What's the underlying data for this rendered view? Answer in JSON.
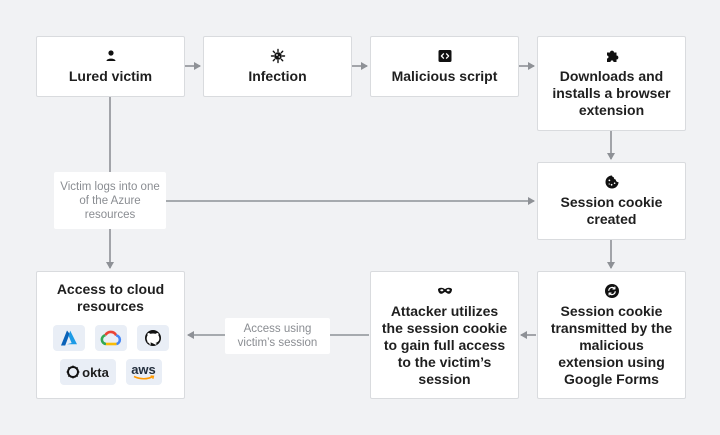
{
  "nodes": {
    "lured_victim": {
      "label": "Lured victim",
      "icon": "person-icon"
    },
    "infection": {
      "label": "Infection",
      "icon": "virus-icon"
    },
    "malicious_script": {
      "label": "Malicious script",
      "icon": "code-icon"
    },
    "downloads_ext": {
      "label": "Downloads and installs a browser extension",
      "icon": "puzzle-icon"
    },
    "session_cookie": {
      "label": "Session cookie created",
      "icon": "cookie-icon"
    },
    "cookie_transmitted": {
      "label": "Session cookie transmitted by the malicious extension using Google Forms",
      "icon": "sync-icon"
    },
    "attacker": {
      "label": "Attacker utilizes the session cookie to gain full access to the victim’s session",
      "icon": "mask-icon"
    },
    "cloud_access": {
      "label": "Access to cloud resources",
      "logos": [
        "azure-logo",
        "google-cloud-logo",
        "github-logo",
        "okta-logo",
        "aws-logo"
      ],
      "okta_text": "okta",
      "aws_text": "aws"
    }
  },
  "notes": {
    "victim_logs": "Victim logs into one of the Azure resources",
    "access_using": "Access using victim’s session"
  },
  "colors": {
    "background": "#f1f2f4",
    "box": "#ffffff",
    "border": "#d9dbde",
    "arrow": "#8e9196",
    "note_text": "#8a8d92"
  }
}
